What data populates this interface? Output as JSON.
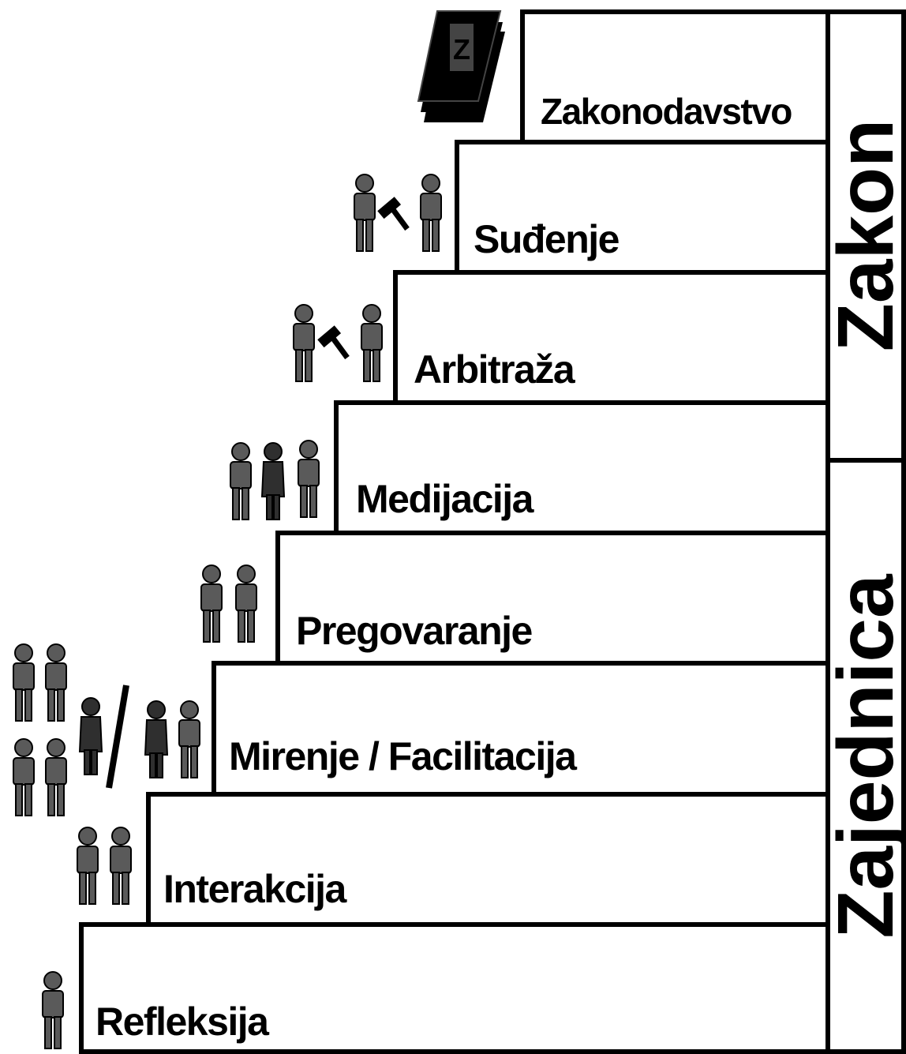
{
  "steps": [
    {
      "label": "Zakonodavstvo"
    },
    {
      "label": "Suđenje"
    },
    {
      "label": "Arbitraža"
    },
    {
      "label": "Medijacija"
    },
    {
      "label": "Pregovaranje"
    },
    {
      "label": "Mirenje / Facilitacija"
    },
    {
      "label": "Interakcija"
    },
    {
      "label": "Refleksija"
    }
  ],
  "side": {
    "top": "Zakon",
    "bottom": "Zajednica"
  },
  "book_letter": "Z",
  "colors": {
    "figure": "#5a5a5a",
    "figure_dark": "#2f2f2f",
    "outline": "#000000"
  }
}
